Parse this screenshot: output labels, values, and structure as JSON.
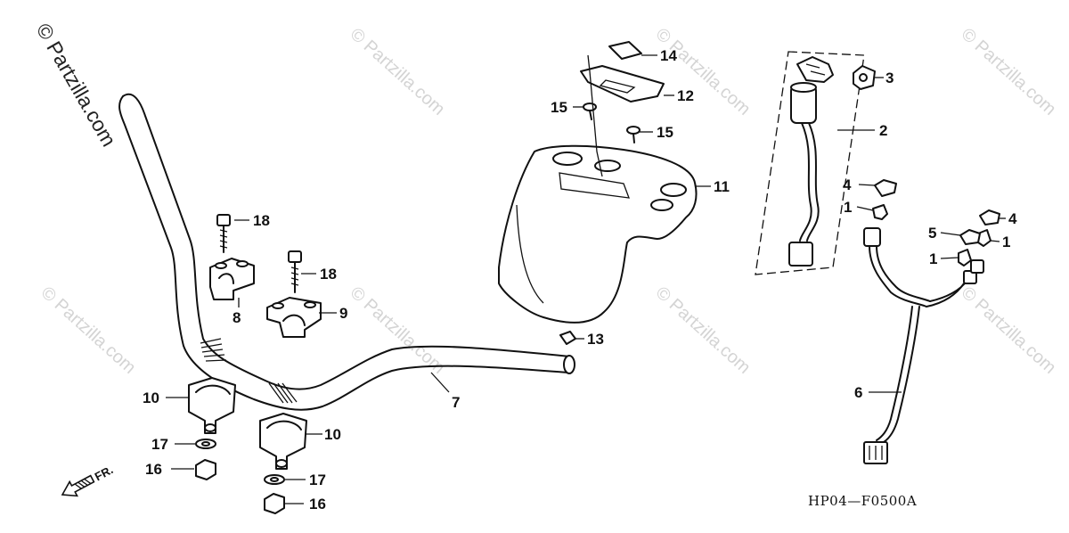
{
  "watermark": {
    "primary": "© Partzilla.com",
    "repeated": "© Partzilla.com"
  },
  "diagram_code": "HP04—F0500A",
  "front_indicator": "FR.",
  "callouts": {
    "c1a": "1",
    "c1b": "1",
    "c1c": "1",
    "c2": "2",
    "c3": "3",
    "c4a": "4",
    "c4b": "4",
    "c5": "5",
    "c6": "6",
    "c7": "7",
    "c8": "8",
    "c9": "9",
    "c10a": "10",
    "c10b": "10",
    "c11": "11",
    "c12": "12",
    "c13": "13",
    "c14": "14",
    "c15a": "15",
    "c15b": "15",
    "c16a": "16",
    "c16b": "16",
    "c17a": "17",
    "c17b": "17",
    "c18a": "18",
    "c18b": "18"
  }
}
